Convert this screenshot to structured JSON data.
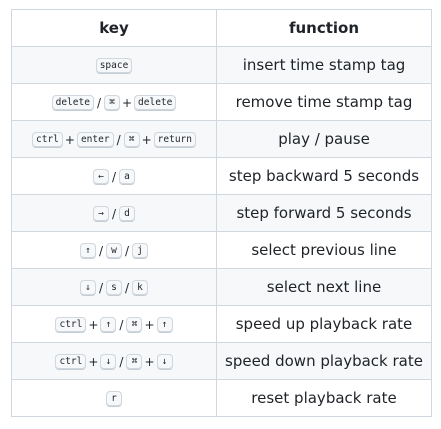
{
  "table": {
    "headers": {
      "key": "key",
      "function": "function"
    },
    "rows": [
      {
        "keys": [
          [
            "space"
          ]
        ],
        "function": "insert time stamp tag"
      },
      {
        "keys": [
          [
            "delete"
          ],
          [
            "⌘",
            "delete"
          ]
        ],
        "function": "remove time stamp tag"
      },
      {
        "keys": [
          [
            "ctrl",
            "enter"
          ],
          [
            "⌘",
            "return"
          ]
        ],
        "function": "play / pause"
      },
      {
        "keys": [
          [
            "←"
          ],
          [
            "a"
          ]
        ],
        "function": "step backward 5 seconds"
      },
      {
        "keys": [
          [
            "→"
          ],
          [
            "d"
          ]
        ],
        "function": "step forward 5 seconds"
      },
      {
        "keys": [
          [
            "↑"
          ],
          [
            "w"
          ],
          [
            "j"
          ]
        ],
        "function": "select previous line"
      },
      {
        "keys": [
          [
            "↓"
          ],
          [
            "s"
          ],
          [
            "k"
          ]
        ],
        "function": "select next line"
      },
      {
        "keys": [
          [
            "ctrl",
            "↑"
          ],
          [
            "⌘",
            "↑"
          ]
        ],
        "function": "speed up playback rate"
      },
      {
        "keys": [
          [
            "ctrl",
            "↓"
          ],
          [
            "⌘",
            "↓"
          ]
        ],
        "function": "speed down playback rate"
      },
      {
        "keys": [
          [
            "r"
          ]
        ],
        "function": "reset playback rate"
      }
    ],
    "separators": {
      "alternative": "/",
      "combination": "+"
    }
  }
}
